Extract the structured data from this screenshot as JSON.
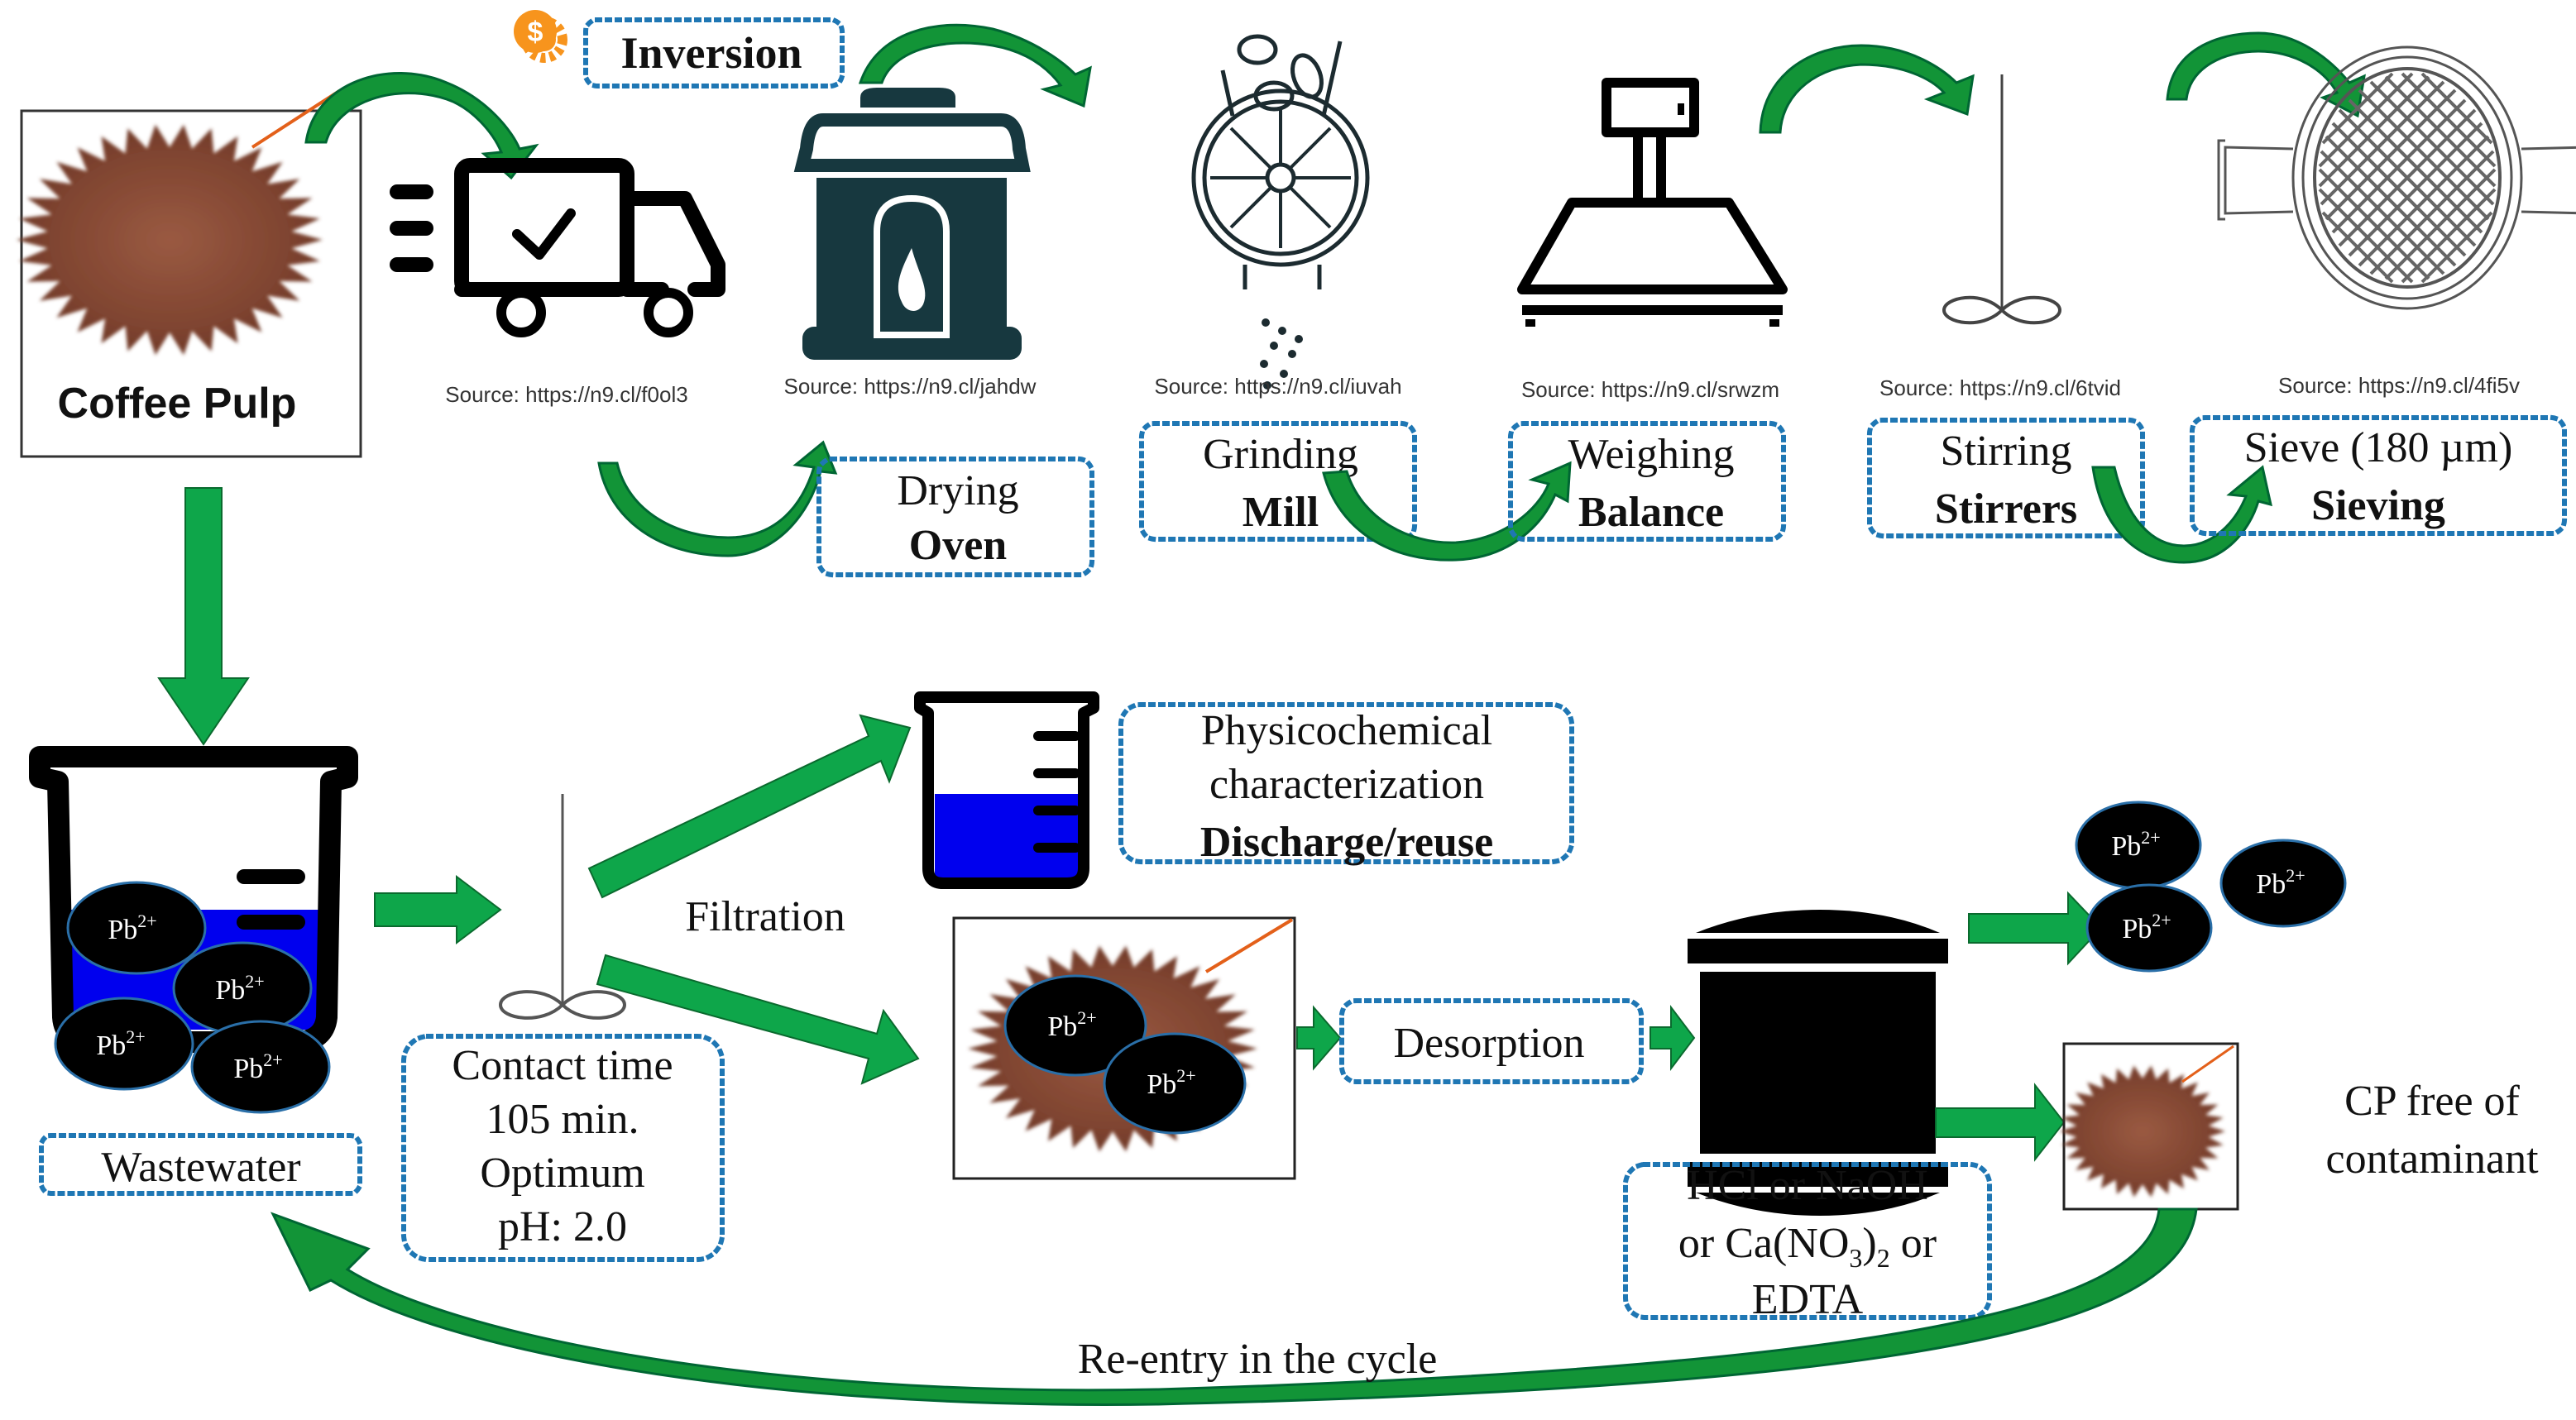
{
  "title": "Coffee pulp biosorbent preparation and Pb2+ removal process",
  "colors": {
    "arrow_green": "#0ea64a",
    "dotted_border": "#1f77b4",
    "liquid_blue": "#0000ee",
    "oven_dark": "#17383f",
    "pulp_brown": "#8a4b36",
    "gear_orange": "#f7941d"
  },
  "top_row": {
    "coffee_pulp": {
      "label": "Coffee Pulp",
      "icon": "coffee-pulp-particle-icon"
    },
    "inversion": {
      "label": "Inversion",
      "icon": "money-gear-icon"
    },
    "steps": [
      {
        "id": "transport",
        "icon": "delivery-truck-icon",
        "source": "Source: https://n9.cl/f0ol3"
      },
      {
        "id": "drying",
        "icon": "oven-icon",
        "source": "Source: https://n9.cl/jahdw",
        "label_top": "Drying",
        "label_bottom": "Oven"
      },
      {
        "id": "grinding",
        "icon": "grinding-mill-icon",
        "source": "Source: https://n9.cl/iuvah",
        "label_top": "Grinding",
        "label_bottom": "Mill"
      },
      {
        "id": "weighing",
        "icon": "balance-scale-icon",
        "source": "Source: https://n9.cl/srwzm",
        "label_top": "Weighing",
        "label_bottom": "Balance"
      },
      {
        "id": "stirring",
        "icon": "stirrer-icon",
        "source": "Source: https://n9.cl/6tvid",
        "label_top": "Stirring",
        "label_bottom": "Stirrers"
      },
      {
        "id": "sieving",
        "icon": "sieve-icon",
        "source": "Source: https://n9.cl/4fi5v",
        "label_top": "Sieve (180 µm)",
        "label_bottom": "Sieving"
      }
    ]
  },
  "bottom_row": {
    "wastewater": {
      "label": "Wastewater",
      "ion_label": "Pb",
      "ion_charge": "2+"
    },
    "contact": {
      "lines": [
        "Contact time",
        "105 min.",
        "Optimum",
        "pH: 2.0"
      ]
    },
    "filtration": {
      "label": "Filtration"
    },
    "characterization": {
      "lines": [
        "Physicochemical",
        "characterization"
      ],
      "bold_line": "Discharge/reuse"
    },
    "desorption": {
      "label": "Desorption"
    },
    "eluents": {
      "line1": "HCl or NaOH",
      "line2_pre": "or Ca(NO",
      "line2_sub1": "3",
      "line2_mid": ")",
      "line2_sub2": "2",
      "line2_post": " or",
      "line3": "EDTA"
    },
    "clean_pulp": {
      "lines": [
        "CP free of",
        "contaminant"
      ]
    },
    "reentry": {
      "label": "Re-entry in the cycle"
    }
  }
}
